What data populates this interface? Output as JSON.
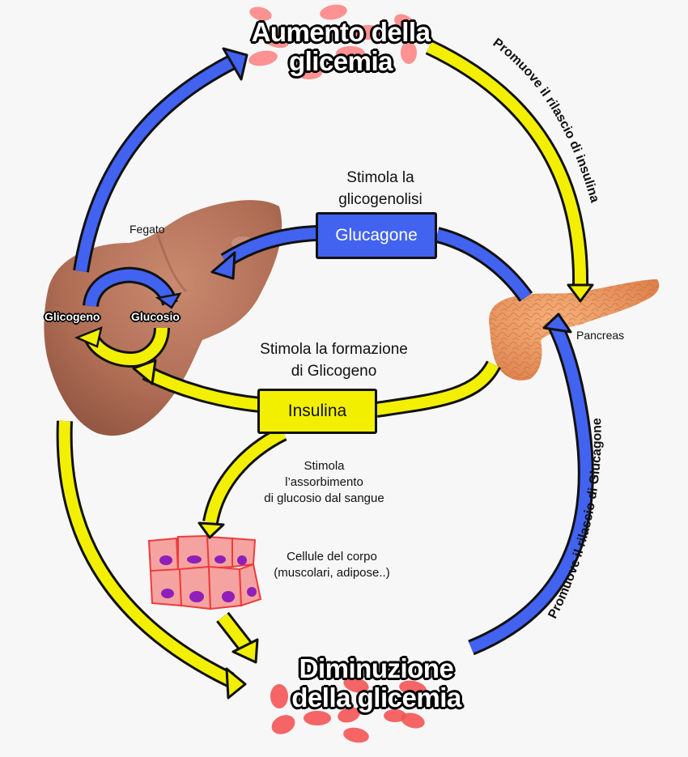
{
  "colors": {
    "background": "#f7f7f7",
    "glucagon_blue": "#3f5ff0",
    "insulin_yellow": "#f2f000",
    "outline": "#111111",
    "liver": "#b8725a",
    "pancreas": "#e8935f",
    "blood_cell": "#f25a5a",
    "body_cell": "#f4a0a0",
    "nucleus": "#8a1bb0"
  },
  "titles": {
    "top": [
      "Aumento della",
      "glicemia"
    ],
    "bottom": [
      "Diminuzione",
      "della glicemia"
    ]
  },
  "hormones": {
    "glucagon": {
      "label": "Glucagone",
      "effect": [
        "Stimola la",
        "glicogenolisi"
      ]
    },
    "insulin": {
      "label": "Insulina",
      "effect": [
        "Stimola la formazione",
        "di Glicogeno"
      ],
      "cell_effect": [
        "Stimola",
        "l’assorbimento",
        "di glucosio dal sangue"
      ]
    }
  },
  "organs": {
    "liver": {
      "label": "Fegato",
      "cycle": {
        "left": "Glicogeno",
        "right": "Glucosio"
      }
    },
    "pancreas": {
      "label": "Pancreas"
    },
    "body_cells": {
      "label": [
        "Cellule del corpo",
        "(muscolari, adipose..)"
      ]
    }
  },
  "curved_labels": {
    "insulin_release": "Promuove il rilascio di insulina",
    "glucagon_release": "Promuove il rilascio di Glucagone"
  }
}
